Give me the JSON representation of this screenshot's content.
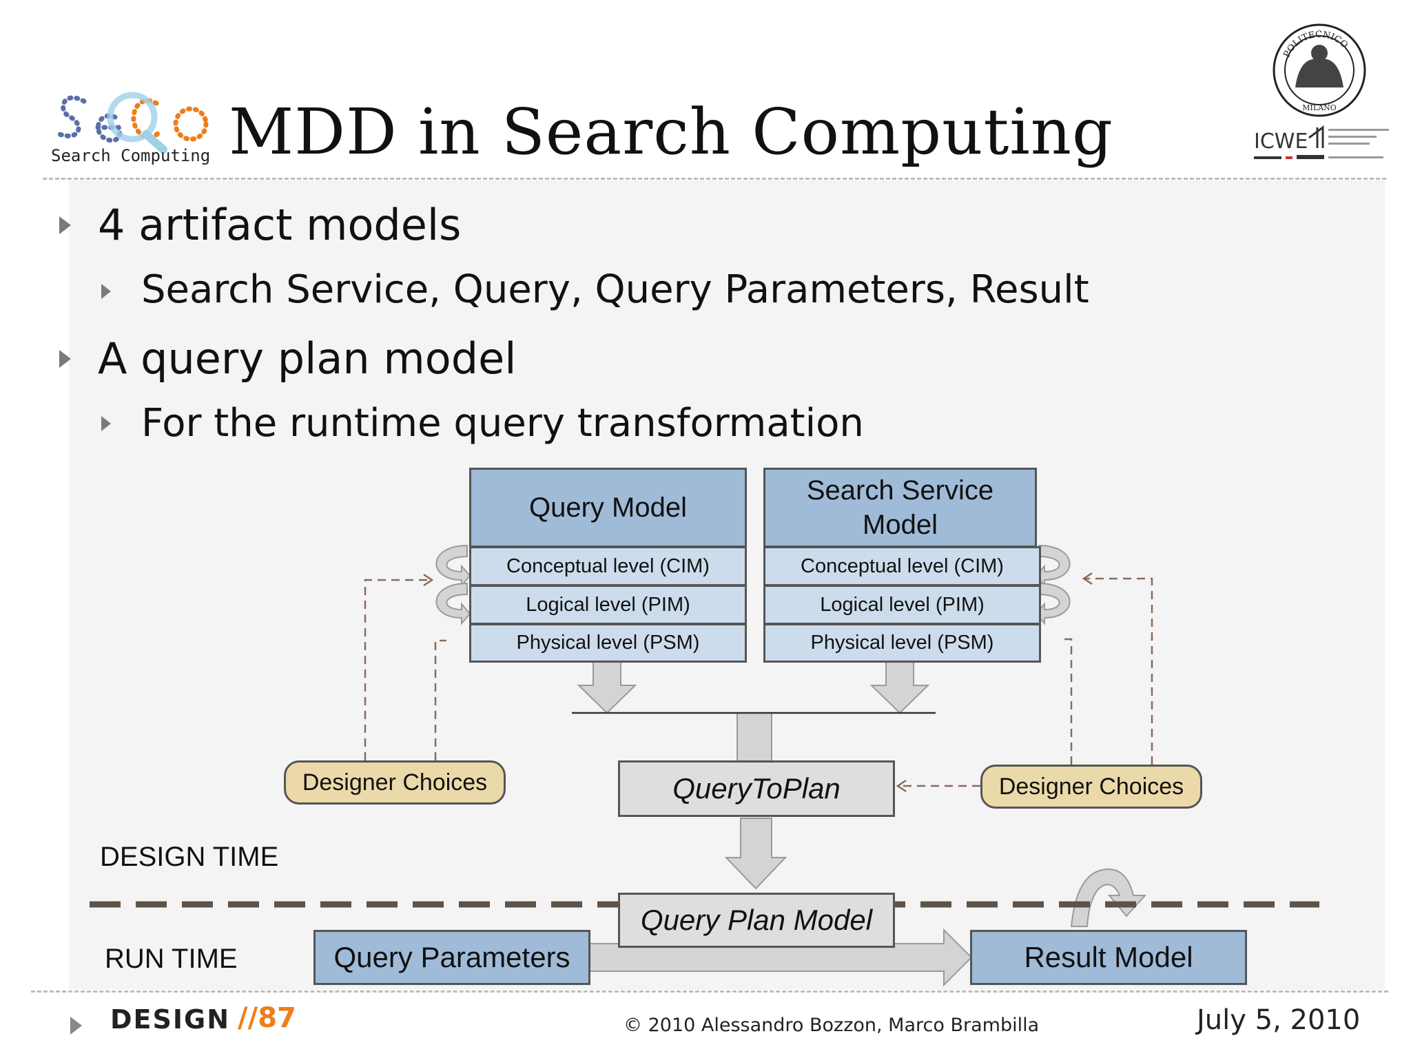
{
  "slide": {
    "title": "MDD in Search Computing",
    "bullets": [
      {
        "text": "4 artifact models",
        "sub": "Search Service, Query, Query Parameters, Result"
      },
      {
        "text": "A query plan model",
        "sub": "For the runtime query transformation"
      }
    ]
  },
  "logos": {
    "seco": {
      "text": "Search Computing",
      "icon": "seco-logo"
    },
    "polimi": {
      "text_top": "POLITECNICO",
      "text_bottom": "MILANO",
      "icon": "polimi-seal"
    },
    "icwe": {
      "text": "ICWE",
      "icon": "icwe-logo"
    }
  },
  "diagram": {
    "query_model": {
      "title": "Query Model",
      "levels": [
        "Conceptual level (CIM)",
        "Logical level  (PIM)",
        "Physical level  (PSM)"
      ]
    },
    "search_service_model": {
      "title_line1": "Search Service",
      "title_line2": "Model",
      "levels": [
        "Conceptual level (CIM)",
        "Logical level  (PIM)",
        "Physical level  (PSM)"
      ]
    },
    "designer_choices_left": "Designer Choices",
    "designer_choices_right": "Designer Choices",
    "query_to_plan": "QueryToPlan",
    "query_plan_model": "Query Plan Model",
    "query_parameters": "Query Parameters",
    "result_model": "Result Model",
    "design_time": "DESIGN TIME",
    "run_time": "RUN TIME"
  },
  "footer": {
    "section": "DESIGN",
    "page": "//87",
    "copyright": "© 2010 Alessandro Bozzon, Marco Brambilla",
    "date": "July 5, 2010"
  },
  "colors": {
    "model_header": "#9fbbd8",
    "model_level": "#ccdcec",
    "process_box": "#dedede",
    "designer_choice": "#ecd9a9",
    "accent_orange": "#ef7d1a"
  }
}
